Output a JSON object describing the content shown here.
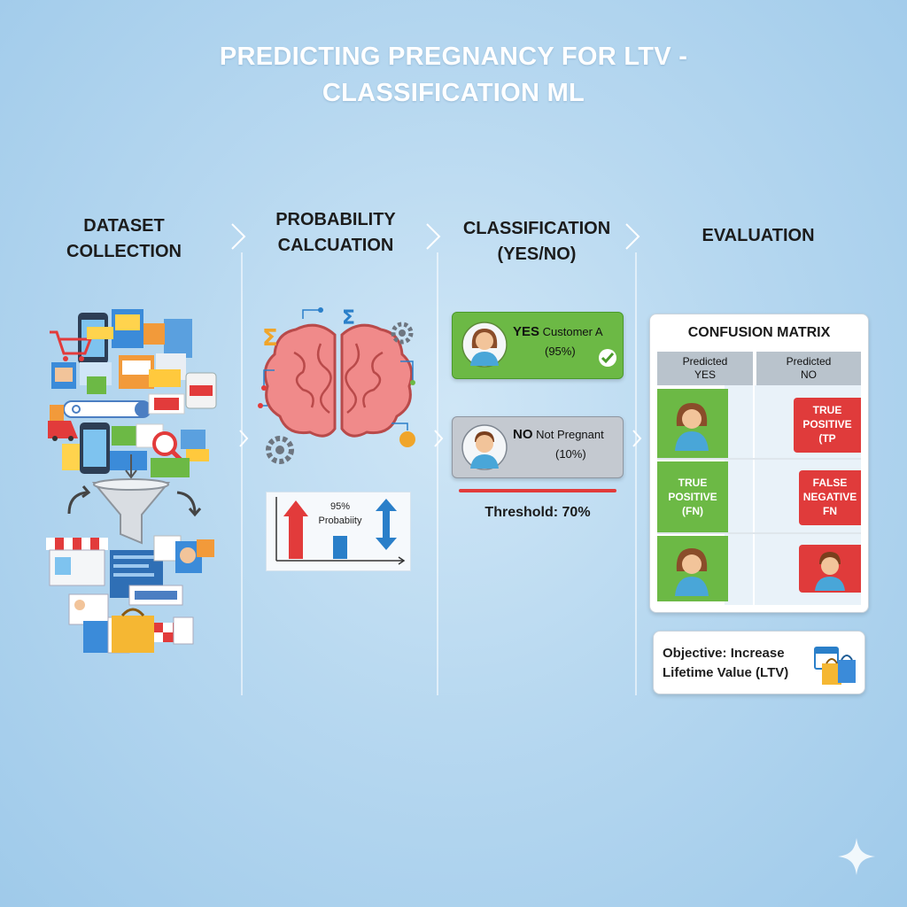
{
  "title": {
    "line1": "PREDICTING PREGNANCY FOR LTV -",
    "line2": "CLASSIFICATION ML"
  },
  "columns": [
    {
      "line1": "DATASET",
      "line2": "COLLECTION"
    },
    {
      "line1": "PROBABILITY",
      "line2": "CALCUATION"
    },
    {
      "line1": "CLASSIFICATION",
      "line2": "(YES/NO)"
    },
    {
      "line1": "EVALUATION",
      "line2": ""
    }
  ],
  "probability": {
    "value": "95%",
    "label": "Probabiity"
  },
  "classification": {
    "yes": {
      "label": "YES",
      "name": "Customer A",
      "pct": "(95%)"
    },
    "no": {
      "label": "NO",
      "name": "Not Pregnant",
      "pct": "(10%)"
    },
    "threshold": "Threshold: 70%"
  },
  "confusion_matrix": {
    "title": "CONFUSION MATRIX",
    "headers": [
      {
        "line1": "Predicted",
        "line2": "YES"
      },
      {
        "line1": "Predicted",
        "line2": "NO"
      }
    ],
    "cells": {
      "r1_right": {
        "line1": "TRUE",
        "line2": "POSITIVE",
        "line3": "(TP"
      },
      "r2_left": {
        "line1": "TRUE",
        "line2": "POSITIVE",
        "line3": "(FN)"
      },
      "r2_right": {
        "line1": "FALSE",
        "line2": "NEGATIVE",
        "line3": "FN"
      }
    }
  },
  "objective": {
    "line1": "Objective: Increase",
    "line2": "Lifetime Value (LTV)"
  },
  "colors": {
    "green": "#6cb945",
    "red": "#e03b3b",
    "blue": "#2a7fc9",
    "brain": "#f08a8a"
  }
}
